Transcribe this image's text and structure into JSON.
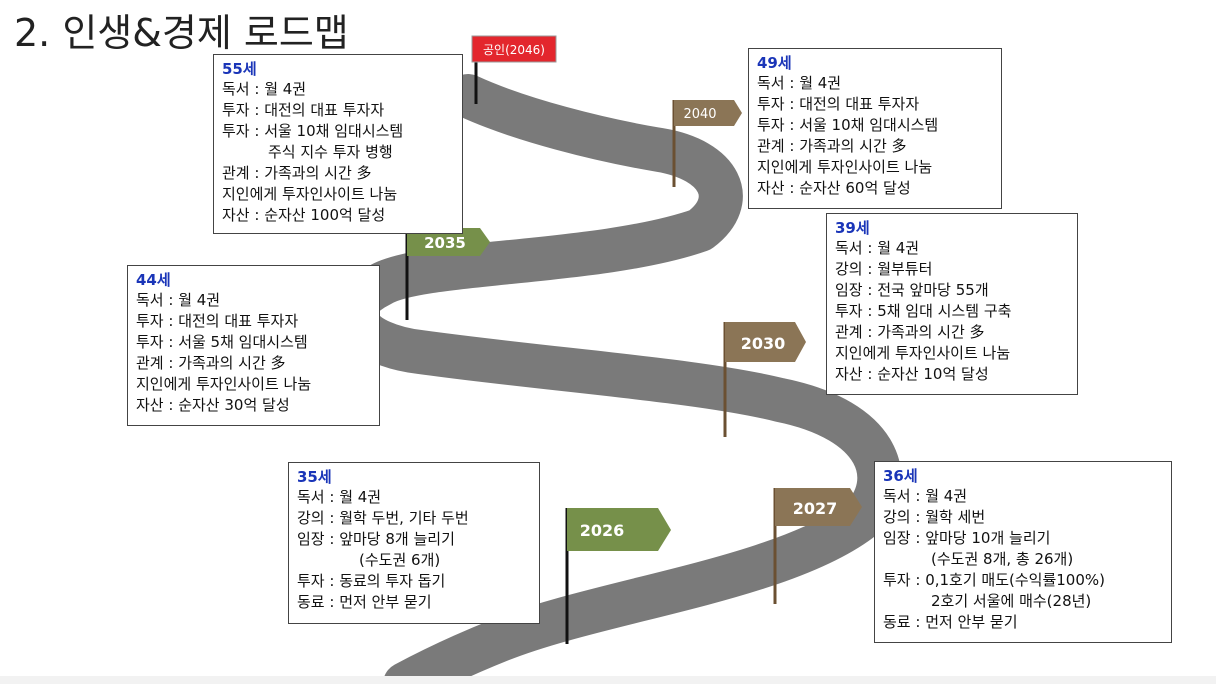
{
  "title": "2. 인생&경제 로드맵",
  "colors": {
    "road": "#7a7a7a",
    "flag_green": "#76904a",
    "flag_brown": "#8b7556",
    "flag_red": "#e3262d",
    "age_blue": "#1a35b8"
  },
  "flags": {
    "f2046": "공인(2046)",
    "f2040": "2040",
    "f2035": "2035",
    "f2030": "2030",
    "f2027": "2027",
    "f2026": "2026"
  },
  "boxes": {
    "b55": {
      "age": "55세",
      "lines": [
        "독서 : 월 4권",
        "투자 : 대전의 대표 투자자",
        "투자 : 서울 10채 임대시스템",
        "주식 지수 투자 병행",
        "관계 : 가족과의 시간 多",
        "지인에게 투자인사이트 나눔",
        "자산 : 순자산 100억 달성"
      ]
    },
    "b49": {
      "age": "49세",
      "lines": [
        "독서 : 월 4권",
        "투자 : 대전의 대표 투자자",
        "투자 : 서울 10채 임대시스템",
        "관계 : 가족과의 시간 多",
        "지인에게 투자인사이트 나눔",
        "자산 : 순자산 60억 달성"
      ]
    },
    "b44": {
      "age": "44세",
      "lines": [
        "독서 : 월 4권",
        "투자 : 대전의 대표 투자자",
        "투자 : 서울 5채 임대시스템",
        "관계 : 가족과의 시간 多",
        "지인에게 투자인사이트 나눔",
        "자산 : 순자산 30억 달성"
      ]
    },
    "b39": {
      "age": "39세",
      "lines": [
        "독서 : 월 4권",
        "강의 : 월부튜터",
        "임장 : 전국 앞마당 55개",
        "투자 : 5채 임대 시스템 구축",
        "관계 : 가족과의 시간 多",
        "지인에게 투자인사이트 나눔",
        "자산 : 순자산 10억 달성"
      ]
    },
    "b35": {
      "age": "35세",
      "lines": [
        "독서 : 월 4권",
        "강의 : 월학 두번, 기타 두번",
        "임장 : 앞마당 8개 늘리기",
        "(수도권 6개)",
        "투자 : 동료의 투자 돕기",
        "동료 : 먼저 안부 묻기"
      ]
    },
    "b36": {
      "age": "36세",
      "lines": [
        "독서 : 월 4권",
        "강의 : 월학 세번",
        "임장 : 앞마당 10개 늘리기",
        "(수도권 8개, 총 26개)",
        "투자 : 0,1호기 매도(수익률100%)",
        "2호기 서울에 매수(28년)",
        "동료 : 먼저 안부 묻기"
      ]
    }
  }
}
